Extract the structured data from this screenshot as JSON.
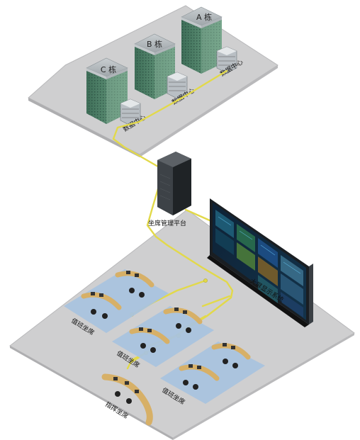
{
  "buildings": [
    {
      "label": "A 栋",
      "dc_label": "数据中心"
    },
    {
      "label": "B 栋",
      "dc_label": "数据中心"
    },
    {
      "label": "C 栋",
      "dc_label": "数据中心"
    }
  ],
  "platform": {
    "label": "坐席管理平台"
  },
  "display": {
    "label": "大屏显示系统"
  },
  "seat_groups": [
    {
      "label": "值班坐席"
    },
    {
      "label": "值班坐席"
    },
    {
      "label": "值班坐席"
    },
    {
      "label": "指挥坐席"
    }
  ],
  "colors": {
    "cable": "#e2d94a",
    "zone": "#a9c3de",
    "platform_gray": "#cfcfd0",
    "desk": "#d7b067"
  }
}
